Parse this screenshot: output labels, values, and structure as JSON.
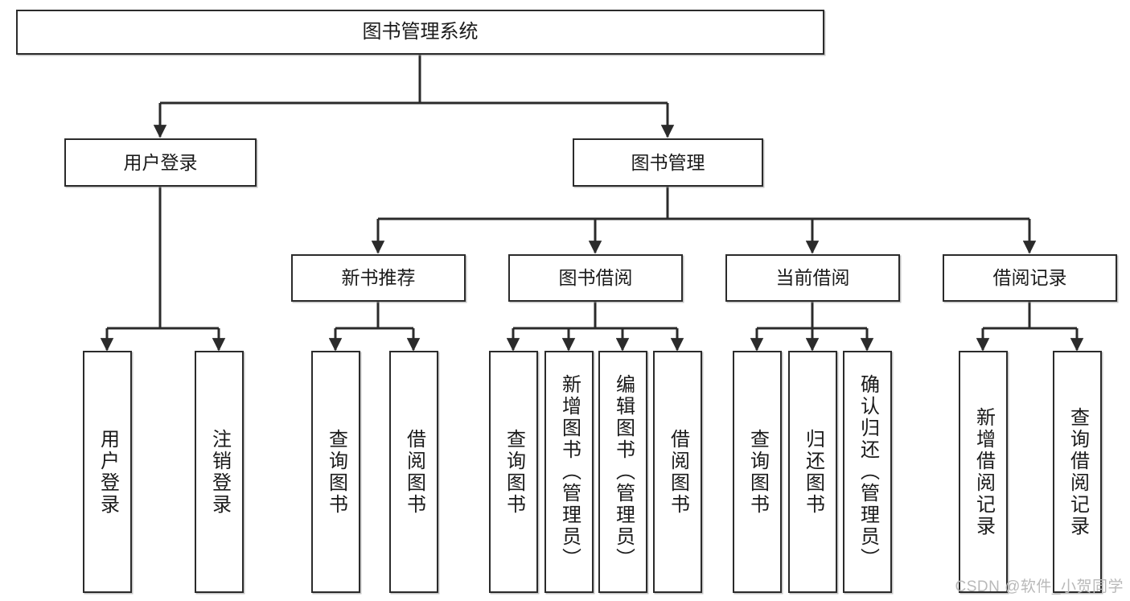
{
  "diagram": {
    "title": "图书管理系统",
    "watermark": "CSDN @软件_小贺同学",
    "colors": {
      "box_border": "#2b2b2b",
      "box_fill": "#ffffff",
      "edge": "#2b2b2b",
      "text": "#1a1a1a",
      "watermark": "#b9b9b9"
    },
    "levels": {
      "root": "图书管理系统",
      "level2": [
        "用户登录",
        "图书管理"
      ],
      "level3": [
        "新书推荐",
        "图书借阅",
        "当前借阅",
        "借阅记录"
      ]
    },
    "nodes": {
      "root": {
        "label": "图书管理系统"
      },
      "user_login": {
        "label": "用户登录"
      },
      "book_manage": {
        "label": "图书管理"
      },
      "new_book_rec": {
        "label": "新书推荐"
      },
      "book_borrow": {
        "label": "图书借阅"
      },
      "current_borrow": {
        "label": "当前借阅"
      },
      "borrow_record": {
        "label": "借阅记录"
      },
      "leaf_user_login": {
        "label": "用户登录"
      },
      "leaf_logout": {
        "label": "注销登录"
      },
      "leaf_query_book_1": {
        "label": "查询图书"
      },
      "leaf_borrow_book_1": {
        "label": "借阅图书"
      },
      "leaf_query_book_2": {
        "label": "查询图书"
      },
      "leaf_add_book_admin": {
        "label": "新增图书（管理员）"
      },
      "leaf_edit_book_admin": {
        "label": "编辑图书（管理员）"
      },
      "leaf_borrow_book_2": {
        "label": "借阅图书"
      },
      "leaf_query_book_3": {
        "label": "查询图书"
      },
      "leaf_return_book": {
        "label": "归还图书"
      },
      "leaf_confirm_return_admin": {
        "label": "确认归还（管理员）"
      },
      "leaf_add_record": {
        "label": "新增借阅记录"
      },
      "leaf_query_record": {
        "label": "查询借阅记录"
      }
    },
    "edges": [
      {
        "from": "root",
        "to": "user_login"
      },
      {
        "from": "root",
        "to": "book_manage"
      },
      {
        "from": "book_manage",
        "to": "new_book_rec"
      },
      {
        "from": "book_manage",
        "to": "book_borrow"
      },
      {
        "from": "book_manage",
        "to": "current_borrow"
      },
      {
        "from": "book_manage",
        "to": "borrow_record"
      },
      {
        "from": "user_login",
        "to": "leaf_user_login"
      },
      {
        "from": "user_login",
        "to": "leaf_logout"
      },
      {
        "from": "new_book_rec",
        "to": "leaf_query_book_1"
      },
      {
        "from": "new_book_rec",
        "to": "leaf_borrow_book_1"
      },
      {
        "from": "book_borrow",
        "to": "leaf_query_book_2"
      },
      {
        "from": "book_borrow",
        "to": "leaf_add_book_admin"
      },
      {
        "from": "book_borrow",
        "to": "leaf_edit_book_admin"
      },
      {
        "from": "book_borrow",
        "to": "leaf_borrow_book_2"
      },
      {
        "from": "current_borrow",
        "to": "leaf_query_book_3"
      },
      {
        "from": "current_borrow",
        "to": "leaf_return_book"
      },
      {
        "from": "current_borrow",
        "to": "leaf_confirm_return_admin"
      },
      {
        "from": "borrow_record",
        "to": "leaf_add_record"
      },
      {
        "from": "borrow_record",
        "to": "leaf_query_record"
      }
    ]
  }
}
